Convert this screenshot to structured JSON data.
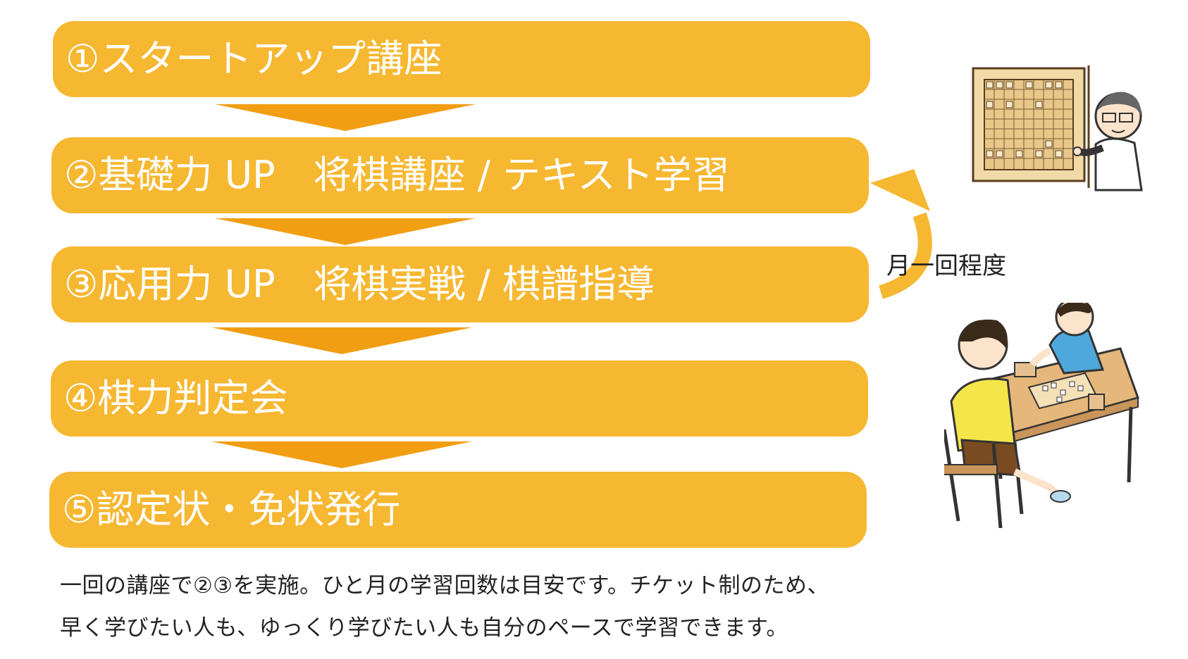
{
  "steps": [
    {
      "label": "①スタートアップ講座"
    },
    {
      "label": "②基礎力 UP　将棋講座 / テキスト学習"
    },
    {
      "label": "③応用力 UP　将棋実戦 / 棋譜指導"
    },
    {
      "label": "④棋力判定会"
    },
    {
      "label": "⑤認定状・免状発行"
    }
  ],
  "cycle": {
    "label": "月一回程度"
  },
  "notes": [
    "一回の講座で②③を実施。ひと月の学習回数は目安です。チケット制のため、",
    "早く学びたい人も、ゆっくり学びたい人も自分のペースで学習できます。"
  ],
  "colors": {
    "bar": "#F6B731",
    "arrow": "#F29E12",
    "text": "#222222"
  },
  "icons": {
    "teacher": "teacher-with-shogi-board-icon",
    "kids": "kids-playing-shogi-icon"
  }
}
